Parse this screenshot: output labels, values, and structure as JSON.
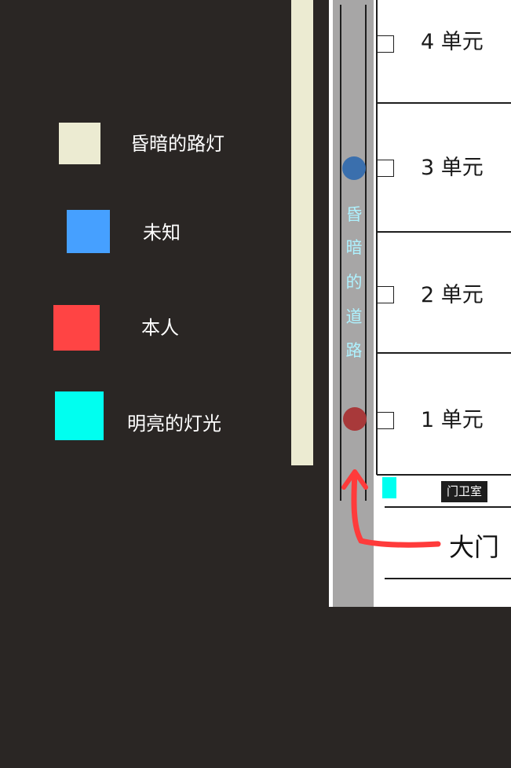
{
  "legend": [
    {
      "color": "#ecebd2",
      "label": "昏暗的路灯",
      "icon": "dim-streetlight-swatch"
    },
    {
      "color": "#46a0ff",
      "label": "未知",
      "icon": "unknown-person-swatch"
    },
    {
      "color": "#ff4444",
      "label": "本人",
      "icon": "self-swatch"
    },
    {
      "color": "#00fff0",
      "label": "明亮的灯光",
      "icon": "bright-light-swatch"
    }
  ],
  "road": {
    "chars": [
      "昏",
      "暗",
      "的",
      "道",
      "路"
    ],
    "text_color": "#aef2ff",
    "color": "#a7a6a6"
  },
  "units": [
    "4 单元",
    "3 单元",
    "2 单元",
    "1 单元"
  ],
  "dots": {
    "unknown_color": "#3a6fad",
    "self_color": "#a8393a"
  },
  "bright_light_color": "#00fff0",
  "guardhouse": "门卫室",
  "gate": "大门",
  "arrow_color": "#ff3b3b",
  "lamp_strip_color": "#ecebd2",
  "background": "#2a2624"
}
